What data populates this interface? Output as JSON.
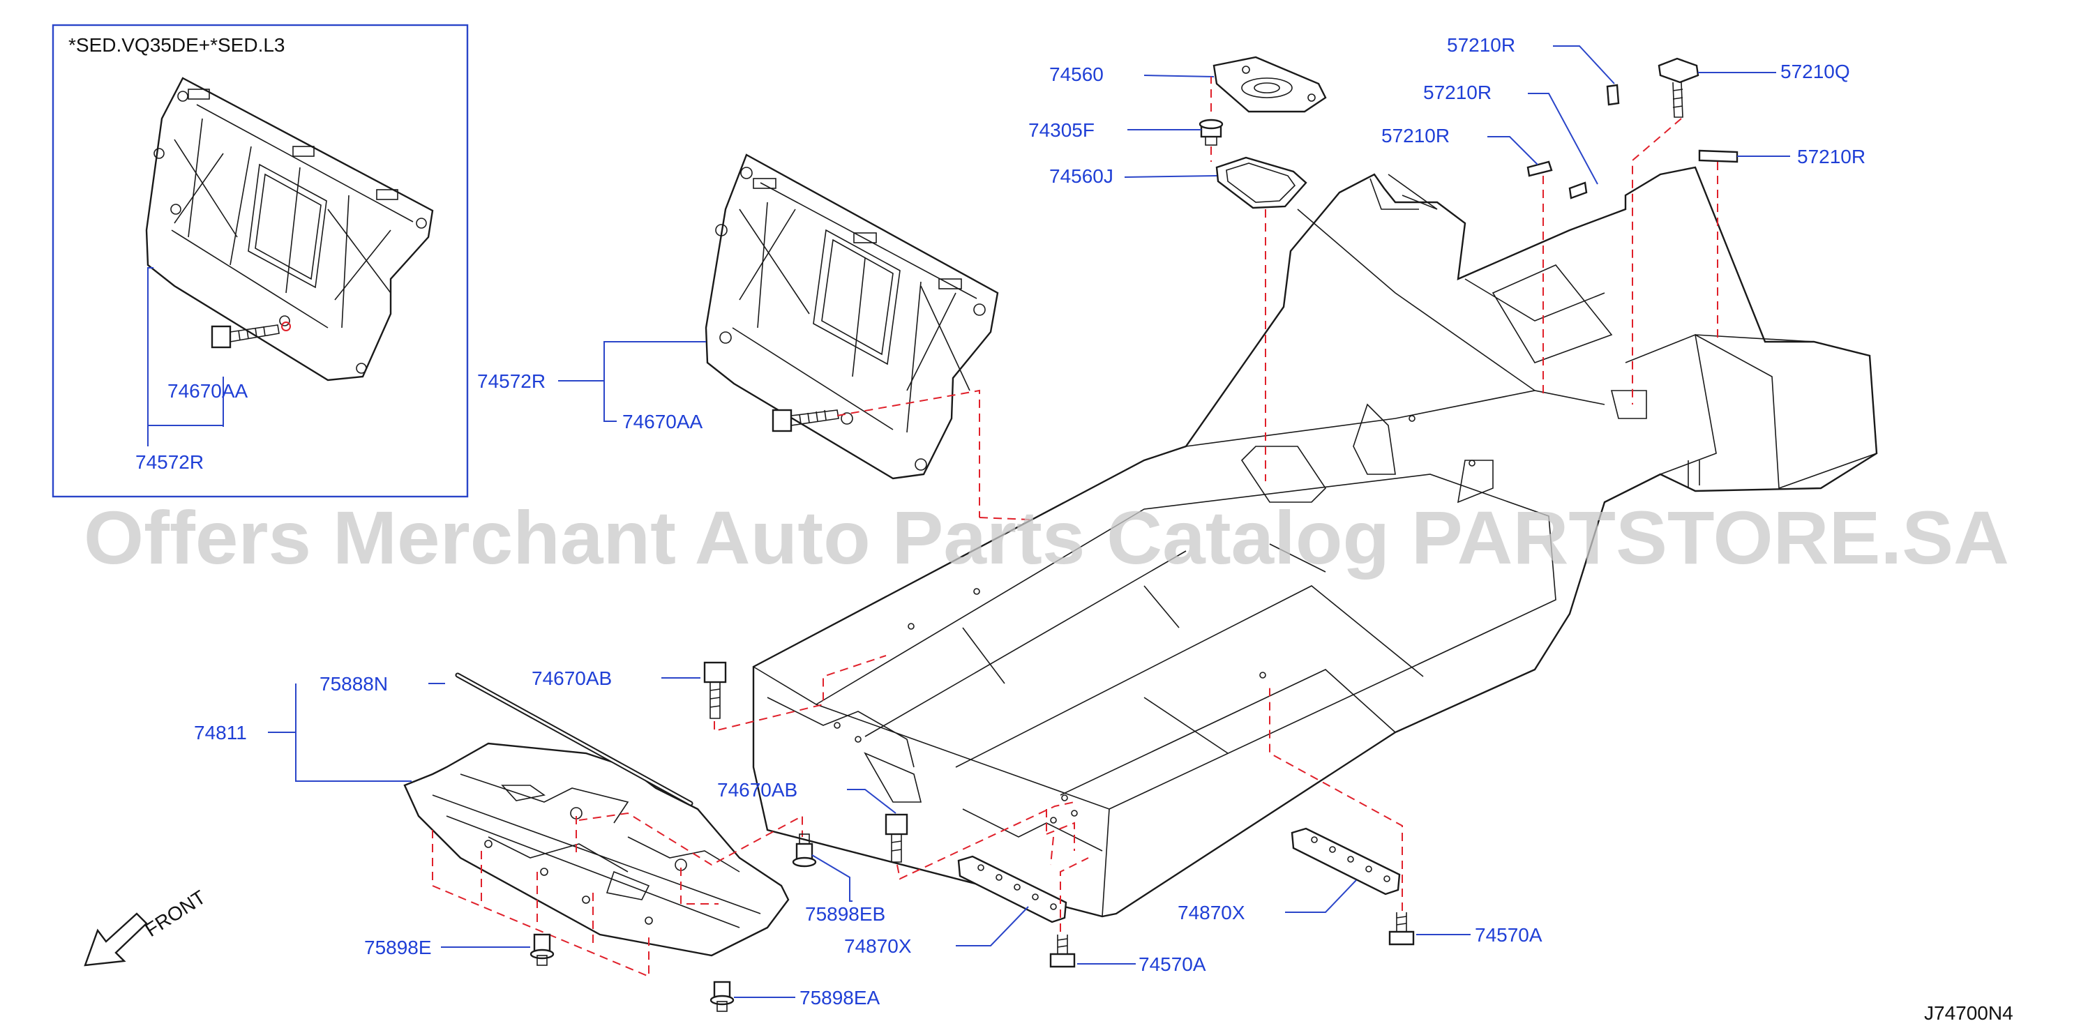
{
  "inset": {
    "condition": "*SED.VQ35DE+*SED.L3"
  },
  "labels": {
    "p74560": "74560",
    "p74305F": "74305F",
    "p74560J": "74560J",
    "p57210R_a": "57210R",
    "p57210R_b": "57210R",
    "p57210R_c": "57210R",
    "p57210R_d": "57210R",
    "p57210Q": "57210Q",
    "p74572R_main": "74572R",
    "p74670AA_main": "74670AA",
    "p74670AA_inset": "74670AA",
    "p74572R_inset": "74572R",
    "p74670AB_a": "74670AB",
    "p74670AB_b": "74670AB",
    "p75888N": "75888N",
    "p74811": "74811",
    "p75898EB": "75898EB",
    "p75898E": "75898E",
    "p75898EA": "75898EA",
    "p74870X_a": "74870X",
    "p74870X_b": "74870X",
    "p74570A_a": "74570A",
    "p74570A_b": "74570A"
  },
  "front_label": "FRONT",
  "diagram_code": "J74700N4",
  "watermark": "Offers Merchant Auto Parts Catalog PARTSTORE.SA",
  "colors": {
    "label": "#1f3fd6",
    "leader": "#2a45c9",
    "dashed": "#e0202a",
    "line": "#1a1a1a",
    "watermark": "#c9c9c9"
  }
}
